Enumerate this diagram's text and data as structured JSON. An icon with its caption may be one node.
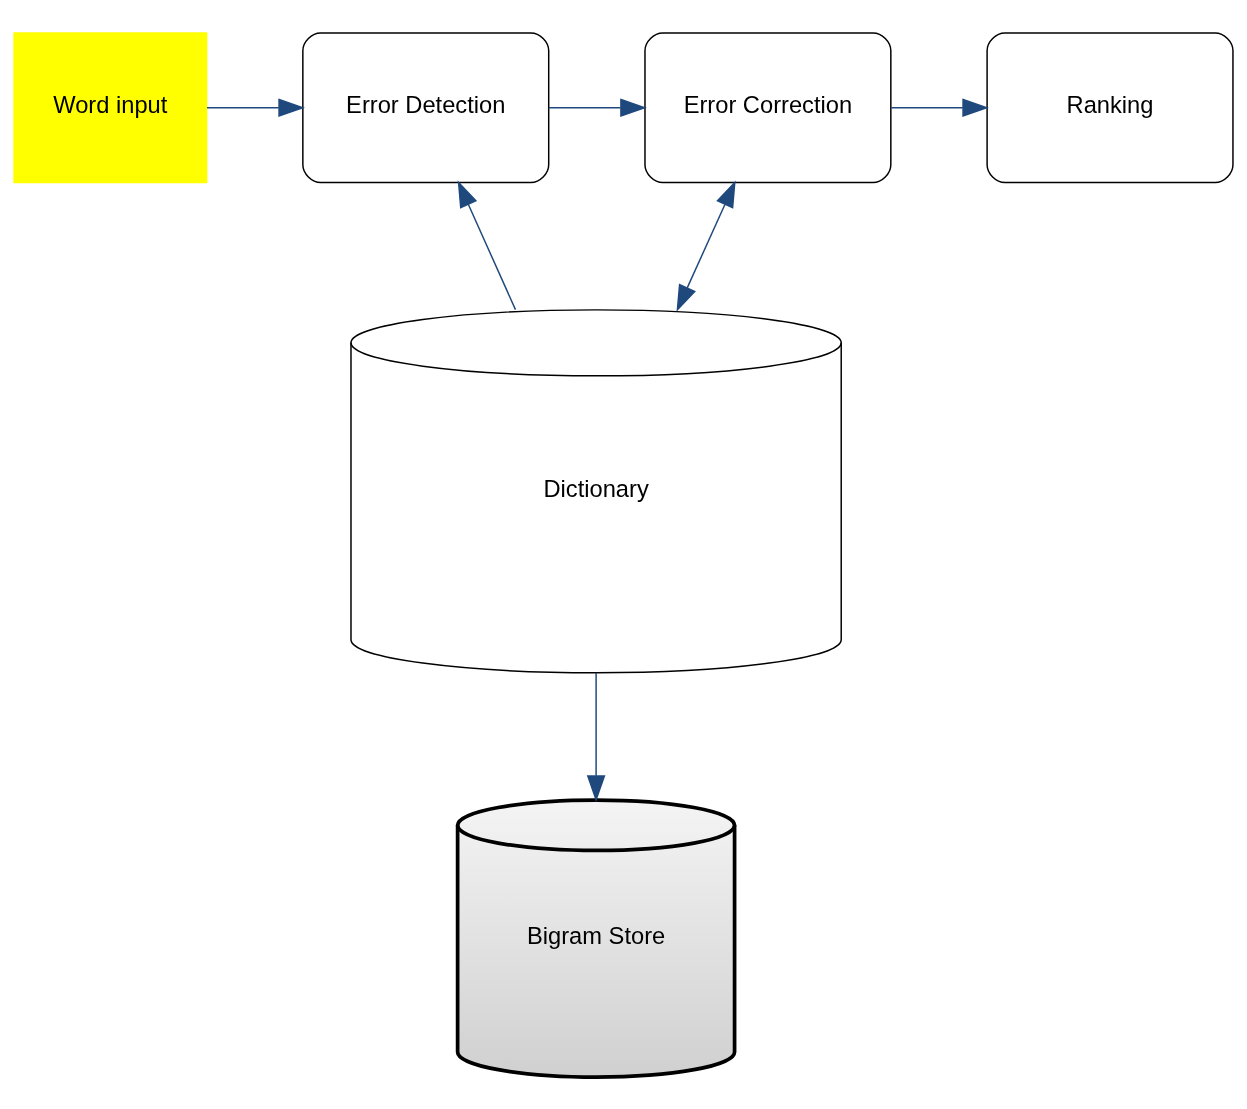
{
  "diagram": {
    "nodes": [
      {
        "text": [
          "Word input"
        ]
      },
      {
        "text": [
          "Error Detection"
        ]
      },
      {
        "text": [
          "Error Correction"
        ]
      },
      {
        "text": [
          "Ranking"
        ]
      },
      {
        "text": [
          "Dictionary"
        ]
      },
      {
        "text": [
          "Bigram Store"
        ]
      }
    ],
    "edges": [
      {
        "from": 0,
        "to": 1,
        "arrow": "to"
      },
      {
        "from": 1,
        "to": 2,
        "arrow": "to"
      },
      {
        "from": 2,
        "to": 3,
        "arrow": "to"
      },
      {
        "from": 4,
        "to": 1,
        "arrow": "to"
      },
      {
        "from": 2,
        "to": 4,
        "arrow": "both"
      },
      {
        "from": 4,
        "to": 5,
        "arrow": "to"
      }
    ]
  }
}
